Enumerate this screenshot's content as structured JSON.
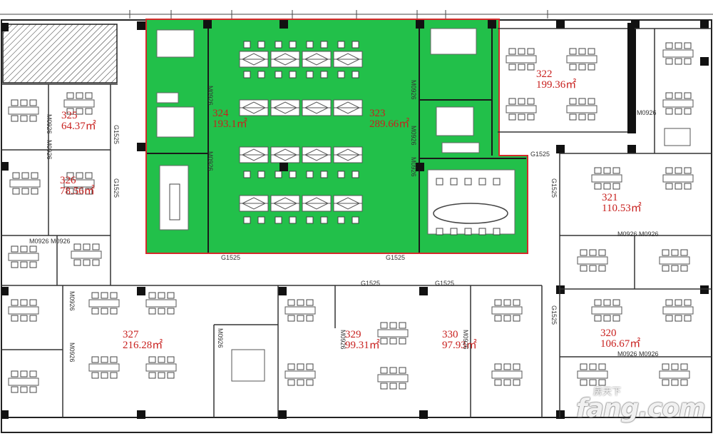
{
  "colors": {
    "highlight_fill": "#22c04a",
    "highlight_border": "#d42a2a",
    "label_text": "#c8201e",
    "wall": "#111111",
    "line": "#555555"
  },
  "rooms": [
    {
      "number": "324",
      "area": "193.1㎡"
    },
    {
      "number": "323",
      "area": "289.66㎡"
    },
    {
      "number": "322",
      "area": "199.36㎡"
    },
    {
      "number": "325",
      "area": "64.37㎡"
    },
    {
      "number": "326",
      "area": "78.56㎡"
    },
    {
      "number": "321",
      "area": "110.53㎡"
    },
    {
      "number": "327",
      "area": "216.28㎡"
    },
    {
      "number": "329",
      "area": "99.31㎡"
    },
    {
      "number": "330",
      "area": "97.93㎡"
    },
    {
      "number": "320",
      "area": "106.67㎡"
    }
  ],
  "door_tags": {
    "g1525": "G1525",
    "m0926": "M0926",
    "m0926_pair": "M0926 M0926"
  },
  "watermark": {
    "brand": "fang.com",
    "cn": "房天下"
  }
}
